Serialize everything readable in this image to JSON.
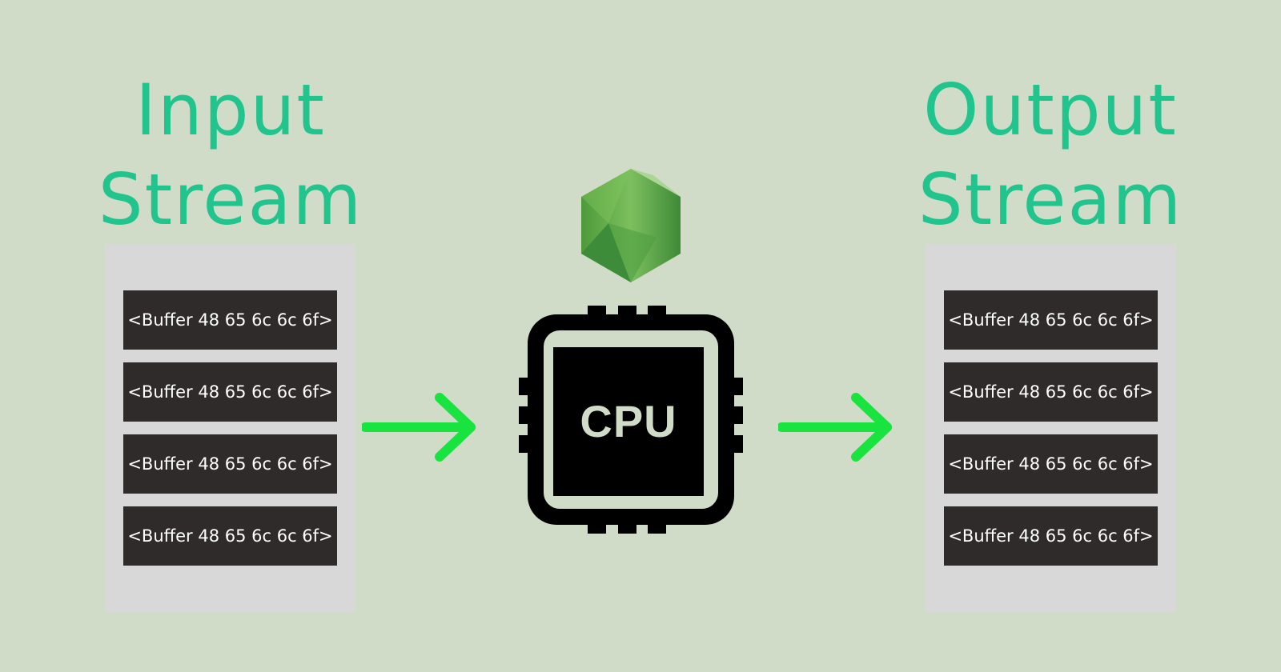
{
  "input": {
    "title_line1": "Input",
    "title_line2": "Stream",
    "chunks": [
      "<Buffer 48 65 6c 6c 6f>",
      "<Buffer 48 65 6c 6c 6f>",
      "<Buffer 48 65 6c 6c 6f>",
      "<Buffer 48 65 6c 6c 6f>"
    ]
  },
  "processor": {
    "logo_icon": "nodejs-hexagon-icon",
    "chip_icon": "cpu-chip-icon",
    "label": "CPU"
  },
  "output": {
    "title_line1": "Output",
    "title_line2": "Stream",
    "chunks": [
      "<Buffer 48 65 6c 6c 6f>",
      "<Buffer 48 65 6c 6c 6f>",
      "<Buffer 48 65 6c 6c 6f>",
      "<Buffer 48 65 6c 6c 6f>"
    ]
  },
  "colors": {
    "background": "#d0dcc8",
    "title": "#22c48d",
    "panel": "#d8d8d8",
    "chunk": "#2f2b2b",
    "arrow": "#19e33f",
    "node_green": "#6cc24a"
  }
}
